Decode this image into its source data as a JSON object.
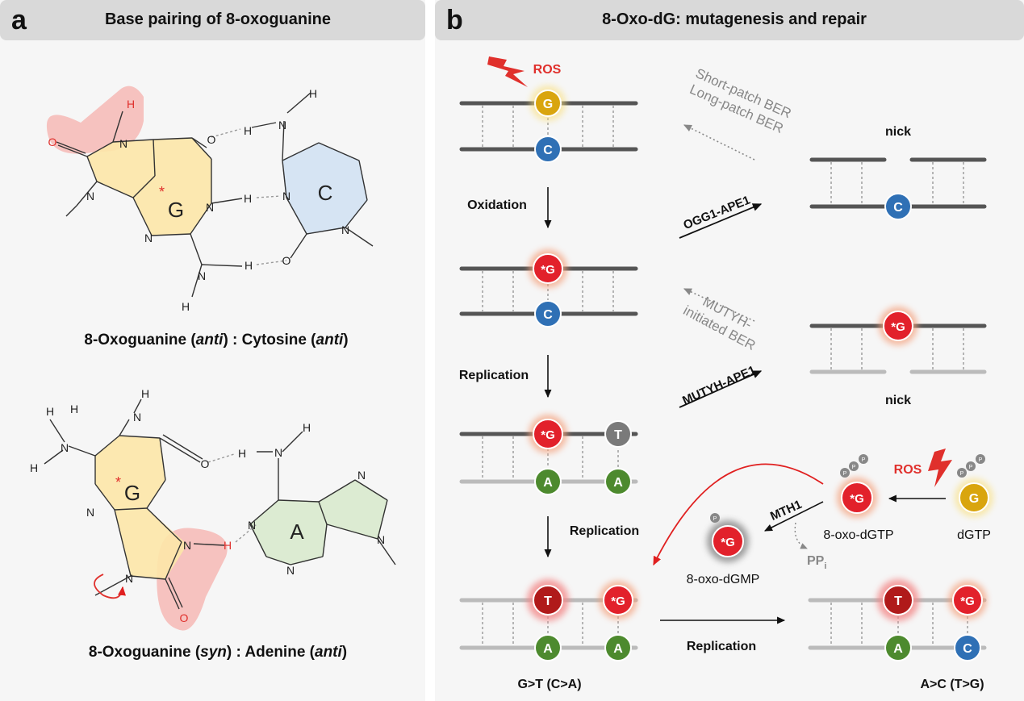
{
  "panel_a": {
    "letter": "a",
    "title": "Base pairing of 8-oxoguanine",
    "top_caption": {
      "p1": "8-Oxoguanine (",
      "i1": "anti",
      "p2": ") : Cytosine (",
      "i2": "anti",
      "p3": ")"
    },
    "bottom_caption": {
      "p1": "8-Oxoguanine (",
      "i1": "syn",
      "p2": ") : Adenine (",
      "i2": "anti",
      "p3": ")"
    },
    "atoms": {
      "H": "H",
      "N": "N",
      "O": "O"
    },
    "ring_labels": {
      "oxo_g_star": "*",
      "oxo_g_letter": "G",
      "cytosine": "C",
      "adenine": "A"
    }
  },
  "panel_b": {
    "letter": "b",
    "title": "8-Oxo-dG: mutagenesis and repair",
    "ros_top": "ROS",
    "ros_right": "ROS",
    "bases": {
      "G": "G",
      "C": "C",
      "oxoG": "*G",
      "T": "T",
      "A": "A"
    },
    "steps": {
      "oxidation": "Oxidation",
      "replication1": "Replication",
      "replication2": "Replication",
      "replication3": "Replication"
    },
    "enzymes": {
      "ogg1": "OGG1-APE1",
      "mutyh": "MUTYH-APE1",
      "mth1": "MTH1"
    },
    "repair_paths": {
      "short_patch": "Short-patch BER",
      "long_patch": "Long-patch BER",
      "mutyh_line1": "MUTYH-",
      "mutyh_line2": "initiated BER"
    },
    "nick_top": "nick",
    "nick_bottom": "nick",
    "nucleotides": {
      "oxo_dgtp": "8-oxo-dGTP",
      "dgtp": "dGTP",
      "oxo_dgmp": "8-oxo-dGMP",
      "ppi": "PP",
      "ppi_sub": "i",
      "phosphate": "P"
    },
    "mutations": {
      "gt": "G>T (C>A)",
      "ac": "A>C (T>G)"
    }
  }
}
